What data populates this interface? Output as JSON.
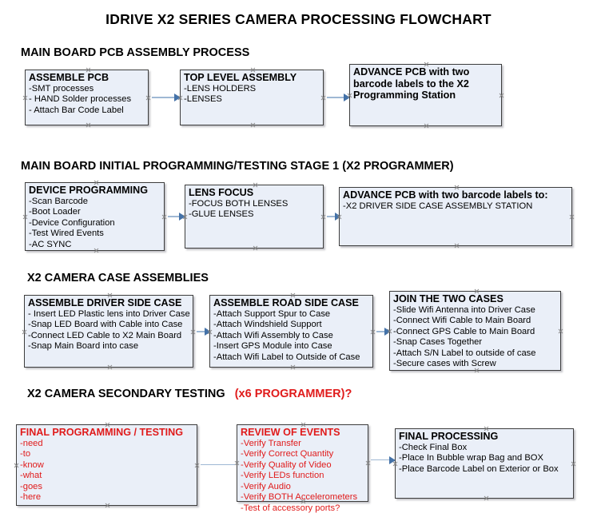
{
  "document": {
    "title": "IDRIVE X2  SERIES CAMERA PROCESSING FLOWCHART",
    "accent_red": "#e01b1b",
    "box_fill": "#eaeff8",
    "box_border": "#3d3d3d",
    "connector_color": "#9fb8d4"
  },
  "sections": [
    {
      "id": "s1",
      "label": "MAIN BOARD PCB ASSEMBLY PROCESS"
    },
    {
      "id": "s2",
      "label": "MAIN BOARD INITIAL PROGRAMMING/TESTING STAGE 1 (X2 PROGRAMMER)"
    },
    {
      "id": "s3",
      "label": "X2 CAMERA CASE ASSEMBLIES"
    },
    {
      "id": "s4",
      "label": "X2 CAMERA SECONDARY TESTING",
      "label_red": "(x6 PROGRAMMER)?"
    }
  ],
  "boxes": {
    "assemble_pcb": {
      "heading": "ASSEMBLE PCB",
      "lines": [
        "-SMT processes",
        "- HAND Solder processes",
        "- Attach Bar Code Label"
      ]
    },
    "top_level_assembly": {
      "heading": "TOP LEVEL ASSEMBLY",
      "lines": [
        "-LENS HOLDERS",
        "-LENSES"
      ]
    },
    "advance_pcb_station": {
      "heading": "ADVANCE PCB with two barcode labels to the  X2 Programming Station",
      "lines": []
    },
    "device_programming": {
      "heading": "DEVICE PROGRAMMING",
      "lines": [
        "-Scan Barcode",
        "-Boot Loader",
        "-Device Configuration",
        "-Test Wired Events",
        "-AC SYNC"
      ]
    },
    "lens_focus": {
      "heading": "LENS FOCUS",
      "lines": [
        "-FOCUS BOTH LENSES",
        "-GLUE LENSES"
      ]
    },
    "advance_pcb_driver": {
      "heading": "ADVANCE PCB with two barcode labels to:",
      "lines": [
        "-X2 DRIVER  SIDE  CASE  ASSEMBLY STATION"
      ]
    },
    "driver_side_case": {
      "heading": "ASSEMBLE DRIVER SIDE CASE",
      "lines": [
        "- Insert LED Plastic lens into Driver Case",
        "-Snap LED Board with Cable into Case",
        "-Connect LED Cable to X2 Main Board",
        "-Snap Main Board into case"
      ]
    },
    "road_side_case": {
      "heading": "ASSEMBLE ROAD SIDE CASE",
      "lines": [
        "-Attach Support Spur to Case",
        "-Attach Windshield Support",
        "-Attach Wifi Assembly to Case",
        "-Insert GPS Module into Case",
        "-Attach Wifi Label to Outside of Case"
      ]
    },
    "join_two_cases": {
      "heading": "JOIN THE TWO CASES",
      "lines": [
        "-Slide Wifi Antenna into Driver Case",
        "-Connect Wifi Cable to Main Board",
        "-Connect GPS Cable to Main Board",
        "-Snap Cases Together",
        "-Attach S/N Label to outside of case",
        "-Secure cases with Screw"
      ]
    },
    "final_programming": {
      "heading": "FINAL PROGRAMMING / TESTING",
      "lines": [
        "-need",
        "-to",
        "-know",
        "-what",
        "-goes",
        "-here"
      ]
    },
    "review_of_events": {
      "heading": "REVIEW OF EVENTS",
      "lines": [
        "-Verify Transfer",
        "-Verify Correct Quantity",
        "-Verify Quality of Video",
        "-Verify LEDs function",
        "-Verify Audio",
        "-Verify BOTH Accelerometers",
        "-Test of accessory ports?"
      ]
    },
    "final_processing": {
      "heading": "FINAL PROCESSING",
      "lines": [
        " -Check Final Box",
        "-Place In Bubble wrap Bag and BOX",
        "-Place Barcode Label on Exterior or Box"
      ]
    }
  }
}
